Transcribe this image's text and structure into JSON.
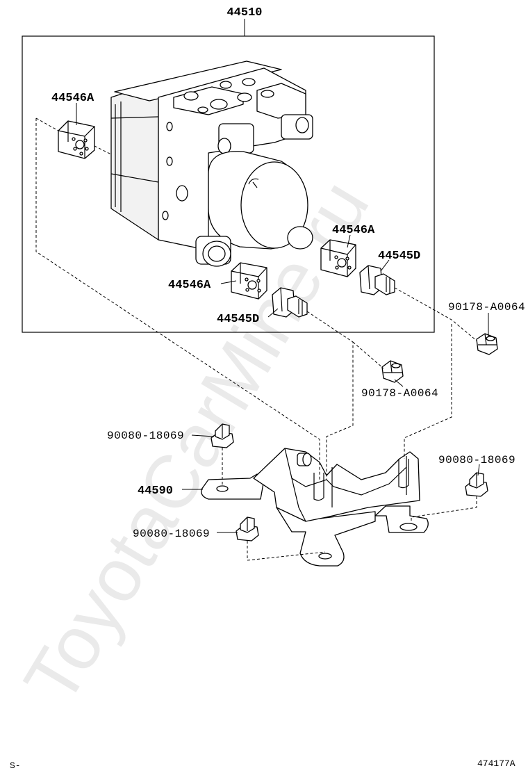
{
  "labels": {
    "assembly": "44510",
    "connector_tl": "44546A",
    "connector_mr": "44546A",
    "connector_bl": "44546A",
    "bolt_r": "44545D",
    "bolt_l": "44545D",
    "nut_right": "90178-A0064",
    "nut_mid": "90178-A0064",
    "bolt_top": "90080-18069",
    "bracket": "44590",
    "bolt_right": "90080-18069",
    "bolt_bottom": "90080-18069",
    "corner_left": "S-",
    "corner_right": "474177A"
  },
  "watermark": "ToyotaCarMine.ru"
}
